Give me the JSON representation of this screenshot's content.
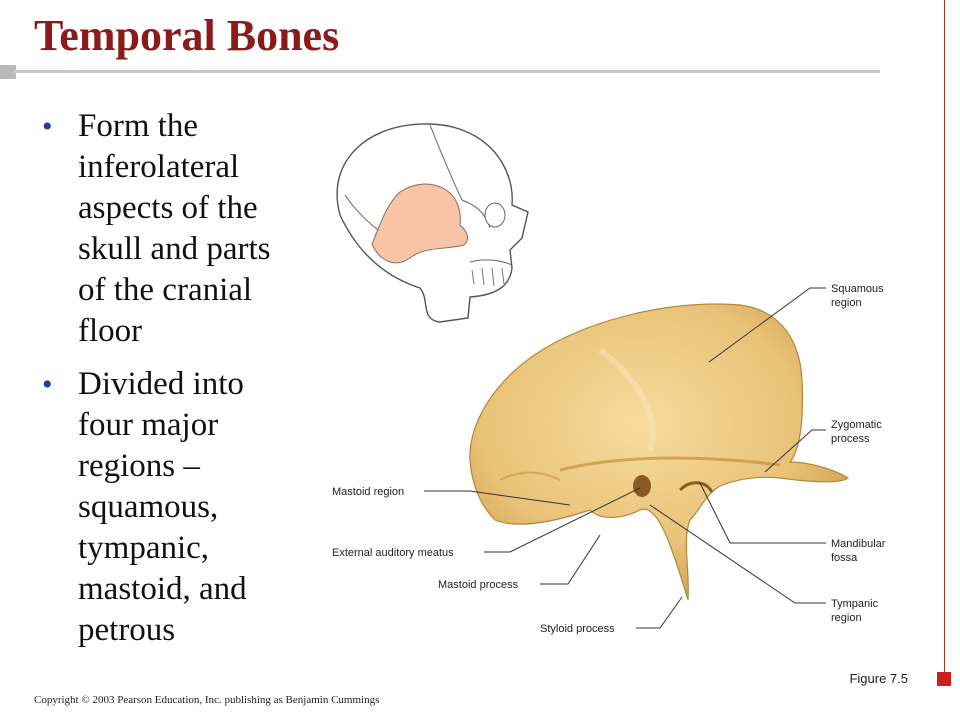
{
  "slide": {
    "title": "Temporal Bones",
    "bullets": [
      "Form the inferolateral aspects of the skull and parts of the cranial floor",
      "Divided into four major regions – squamous, tympanic, mastoid, and petrous"
    ],
    "figure_number": "Figure 7.5",
    "copyright": "Copyright © 2003 Pearson Education, Inc. publishing as Benjamin Cummings"
  },
  "figure": {
    "labels": {
      "squamous_line1": "Squamous",
      "squamous_line2": "region",
      "zygomatic_line1": "Zygomatic",
      "zygomatic_line2": "process",
      "mandibular_line1": "Mandibular",
      "mandibular_line2": "fossa",
      "tympanic_line1": "Tympanic",
      "tympanic_line2": "region",
      "mastoid_region": "Mastoid region",
      "external_auditory_meatus": "External auditory meatus",
      "mastoid_process": "Mastoid process",
      "styloid_process": "Styloid process"
    },
    "colors": {
      "title": "#8b1a1a",
      "bullet": "#1f3fa8",
      "temporal_highlight": "#f7c4a8",
      "bone": "#e8c277",
      "accent": "#cc1f1f"
    }
  }
}
